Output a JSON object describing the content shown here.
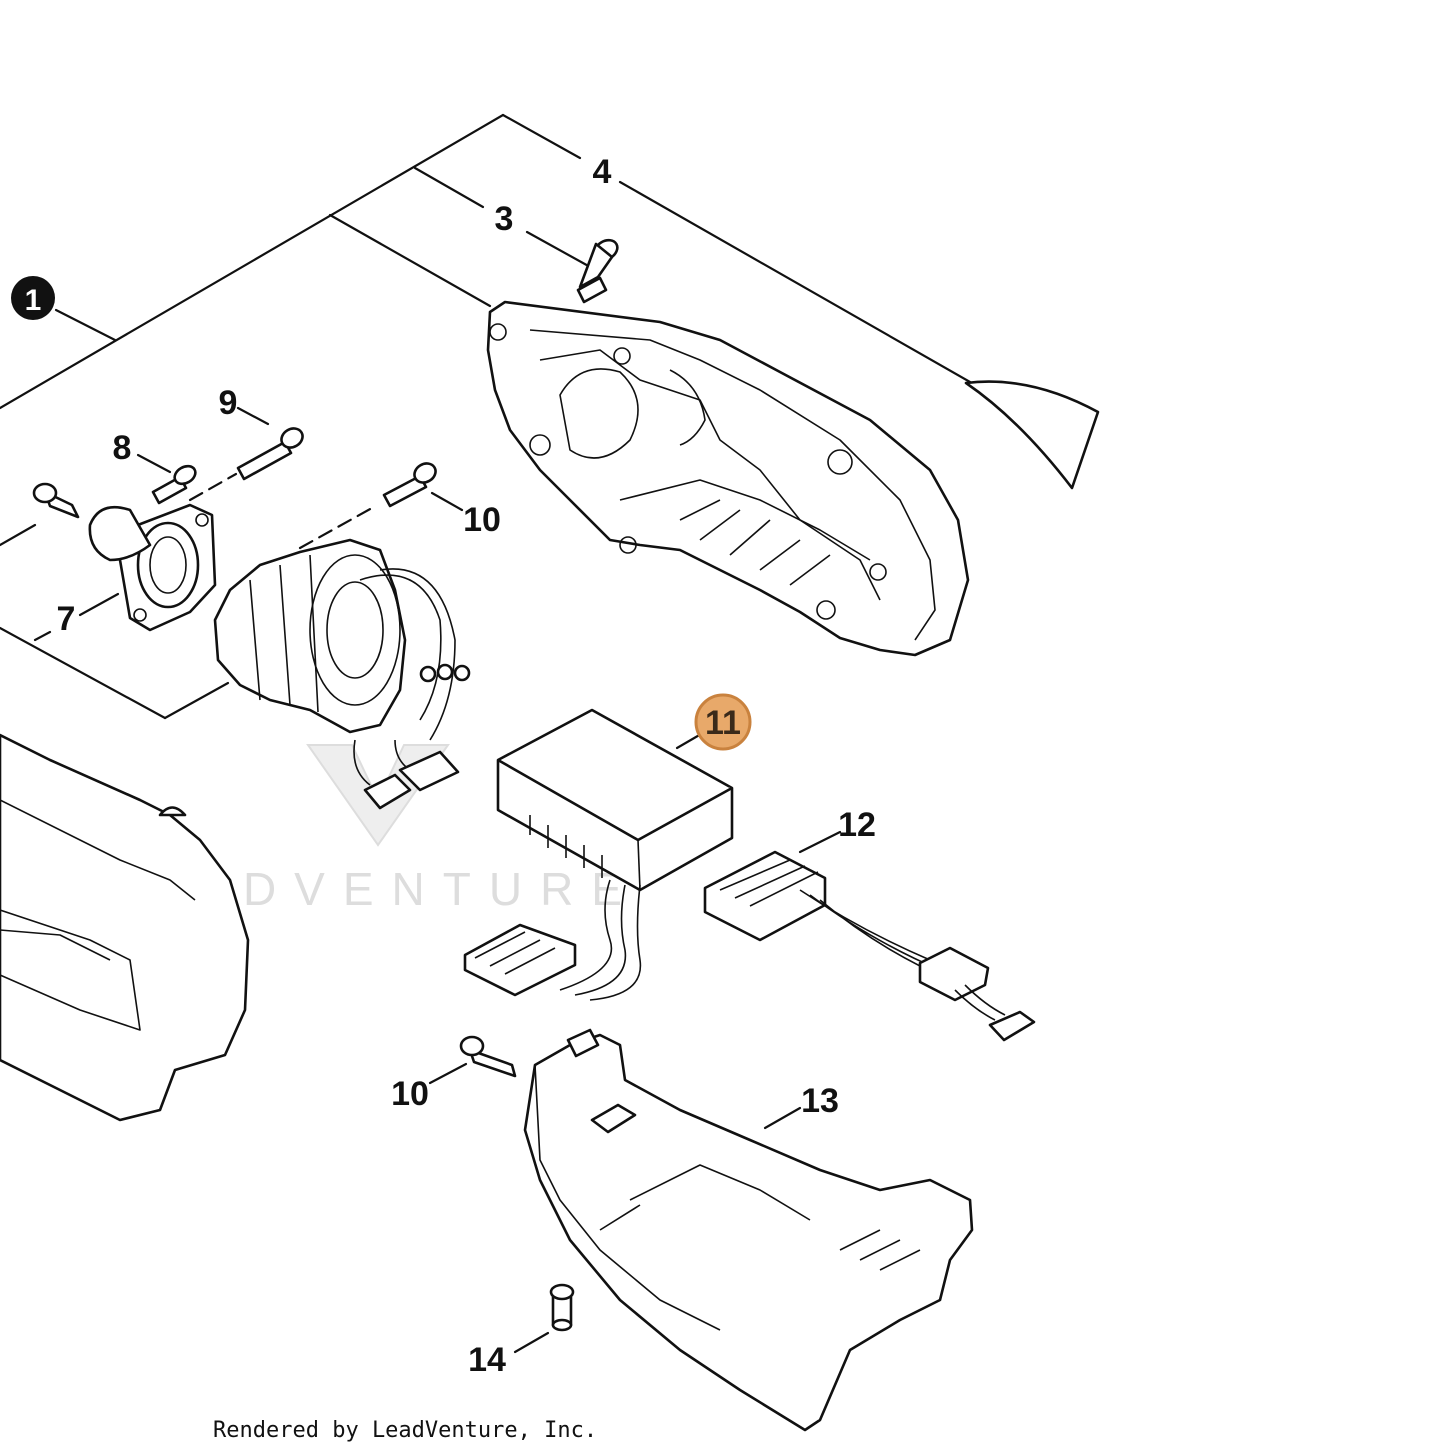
{
  "callouts": {
    "c1": "1",
    "c3": "3",
    "c4": "4",
    "c7": "7",
    "c8": "8",
    "c9": "9",
    "c10a": "10",
    "c10b": "10",
    "c11": "11",
    "c12": "12",
    "c13": "13",
    "c14": "14"
  },
  "watermark": "LEADVENTURE",
  "credit": "Rendered by LeadVenture, Inc.",
  "colors": {
    "highlight_fill": "#E8A96A",
    "highlight_stroke": "#C9823E",
    "line": "#111111",
    "watermark": "#DDDDDD"
  }
}
